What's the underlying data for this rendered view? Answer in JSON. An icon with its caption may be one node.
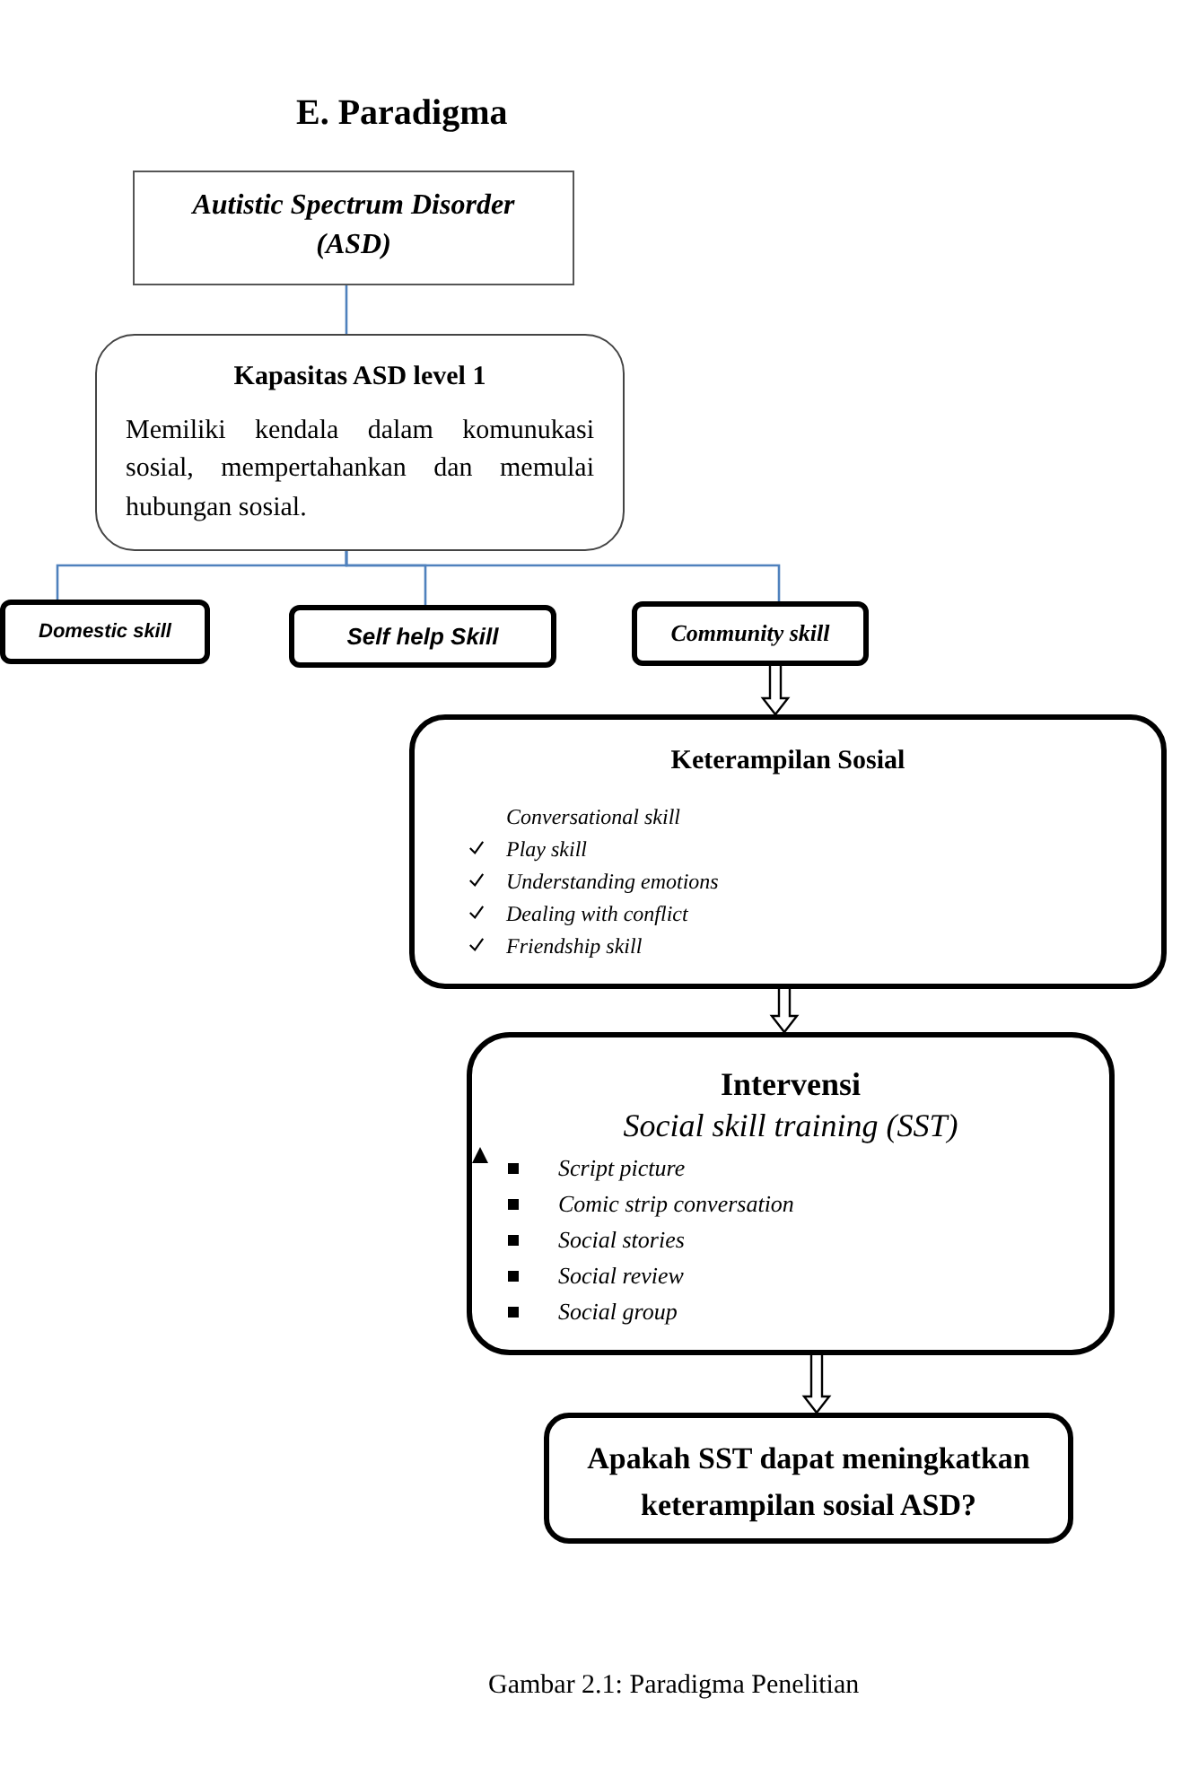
{
  "diagram": {
    "title": "E. Paradigma",
    "caption": "Gambar 2.1: Paradigma Penelitian",
    "nodes": [
      {
        "text": [
          "Autistic Spectrum Disorder (ASD)"
        ]
      },
      {
        "text": [
          "Kapasitas ASD level 1",
          "Memiliki kendala dalam komunukasi sosial, mempertahankan dan memulai hubungan sosial."
        ]
      },
      {
        "text": [
          "Domestic skill"
        ]
      },
      {
        "text": [
          "Self help Skill"
        ]
      },
      {
        "text": [
          "Community skill"
        ]
      },
      {
        "text": [
          "Keterampilan Sosial",
          "Conversational skill",
          "Play skill",
          "Understanding emotions",
          "Dealing with conflict",
          "Friendship skill"
        ]
      },
      {
        "text": [
          "Intervensi",
          "Social skill training (SST)",
          "Script picture",
          "Comic strip conversation",
          "Social stories",
          "Social review",
          "Social group"
        ]
      },
      {
        "text": [
          "Apakah SST dapat meningkatkan keterampilan sosial ASD?"
        ]
      }
    ],
    "edges": [
      {
        "from": 0,
        "to": 1,
        "arrow": "none",
        "color": "#4f81bd"
      },
      {
        "from": 1,
        "to": 2,
        "arrow": "none",
        "color": "#4f81bd"
      },
      {
        "from": 1,
        "to": 3,
        "arrow": "none",
        "color": "#4f81bd"
      },
      {
        "from": 1,
        "to": 4,
        "arrow": "none",
        "color": "#4f81bd"
      },
      {
        "from": 4,
        "to": 5,
        "arrow": "to",
        "style": "thick",
        "color": "#000000"
      },
      {
        "from": 5,
        "to": 6,
        "arrow": "to",
        "style": "thick",
        "color": "#000000"
      },
      {
        "from": 6,
        "to": 7,
        "arrow": "to",
        "style": "thick",
        "color": "#000000"
      }
    ]
  }
}
